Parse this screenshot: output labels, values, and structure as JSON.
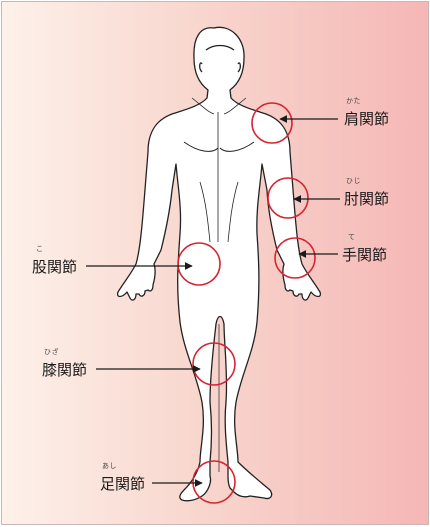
{
  "colors": {
    "background_left": "#fdf1ea",
    "background_right": "#f5b7b6",
    "circle": "#d62430",
    "arrow": "#1b1b1b",
    "body_fill": "#ffffff",
    "body_stroke": "#222222"
  },
  "labels": {
    "shoulder": {
      "main": "肩関節",
      "ruby": "かた"
    },
    "elbow": {
      "main": "肘関節",
      "ruby": "ひじ"
    },
    "wrist": {
      "main": "手関節",
      "ruby": "て"
    },
    "hip": {
      "main": "股関節",
      "ruby": "こ"
    },
    "knee": {
      "main": "膝関節",
      "ruby": "ひざ"
    },
    "ankle": {
      "main": "足関節",
      "ruby": "あし"
    }
  }
}
